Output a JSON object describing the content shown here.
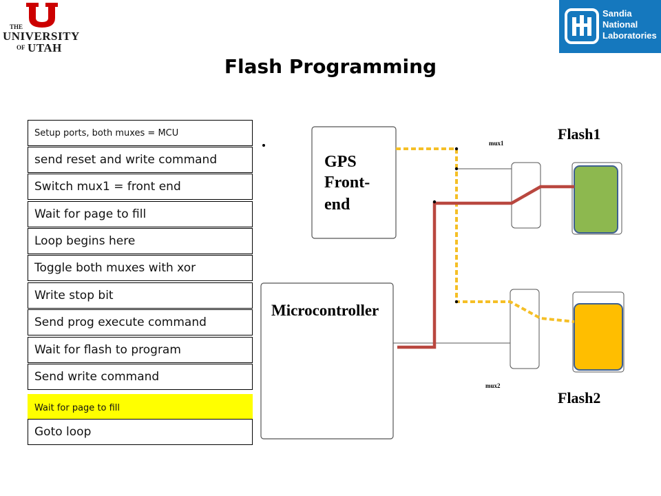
{
  "header": {
    "left_logo": {
      "name": "university-of-utah-logo",
      "lines": [
        "THE",
        "UNIVERSITY",
        "OF",
        "UTAH"
      ]
    },
    "right_logo": {
      "name": "sandia-national-laboratories-logo",
      "lines": [
        "Sandia",
        "National",
        "Laboratories"
      ]
    }
  },
  "title": "Flash Programming",
  "steps": [
    {
      "label": "Setup ports, both muxes = MCU",
      "size": "small",
      "highlight": false
    },
    {
      "label": "send reset and write command",
      "size": "big",
      "highlight": false
    },
    {
      "label": "Switch mux1 = front end",
      "size": "big",
      "highlight": false
    },
    {
      "label": "Wait for page to fill",
      "size": "big",
      "highlight": false
    },
    {
      "label": "Loop begins here",
      "size": "big",
      "highlight": false
    },
    {
      "label": "Toggle both muxes with xor",
      "size": "big",
      "highlight": false
    },
    {
      "label": "Write stop bit",
      "size": "big",
      "highlight": false
    },
    {
      "label": "Send prog execute command",
      "size": "big",
      "highlight": false
    },
    {
      "label": "Wait for flash to program",
      "size": "big",
      "highlight": false
    },
    {
      "label": "Send write command",
      "size": "big",
      "highlight": false
    },
    {
      "label": "Wait for page to fill",
      "size": "small",
      "highlight": true
    },
    {
      "label": "Goto loop",
      "size": "big",
      "highlight": false
    }
  ],
  "diagram": {
    "gps_label": [
      "GPS",
      "Front-",
      "end"
    ],
    "mcu_label": "Microcontroller",
    "mux1_label": "mux1",
    "mux2_label": "mux2",
    "flash1_label": "Flash1",
    "flash2_label": "Flash2",
    "colors": {
      "gps_path": "#f5bf26",
      "mcu_path": "#b9473f",
      "flash1_fill": "#8db84f",
      "flash2_fill": "#ffbe00",
      "highlight": "#ffff00",
      "sandia_blue": "#1578be",
      "utah_red": "#cc0000"
    }
  }
}
